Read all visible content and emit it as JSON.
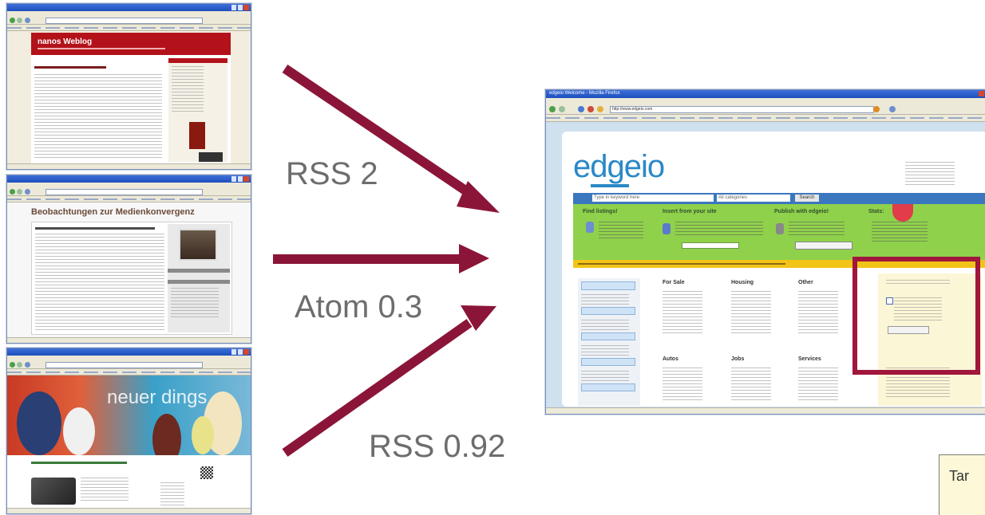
{
  "diagram": {
    "arrows": [
      {
        "label": "RSS 2"
      },
      {
        "label": "Atom 0.3"
      },
      {
        "label": "RSS 0.92"
      }
    ],
    "arrow_color": "#8b1538",
    "label_color": "#6d6d6d",
    "highlight_color": "#a0163c"
  },
  "sources": {
    "top": {
      "header_title": "nanos Weblog"
    },
    "middle": {
      "header_title": "Beobachtungen zur Medienkonvergenz"
    },
    "bottom": {
      "banner_text": "neuer dings"
    }
  },
  "target": {
    "window_title": "edgeio Welcome - Mozilla Firefox",
    "address": "http://www.edgeio.com",
    "logo": "edgeio",
    "search_placeholder": "Type in keyword here",
    "search_scope": "All categories",
    "search_button": "Search",
    "panels": {
      "find": "Find listings!",
      "insert": "Insert from your site",
      "publish": "Publish with edgeio!",
      "stats": "Stats:"
    },
    "categories": [
      {
        "title": "For Sale"
      },
      {
        "title": "Housing"
      },
      {
        "title": "Other"
      },
      {
        "title": "Autos"
      },
      {
        "title": "Jobs"
      },
      {
        "title": "Services"
      }
    ]
  },
  "corner_card": {
    "text": "Tar"
  }
}
